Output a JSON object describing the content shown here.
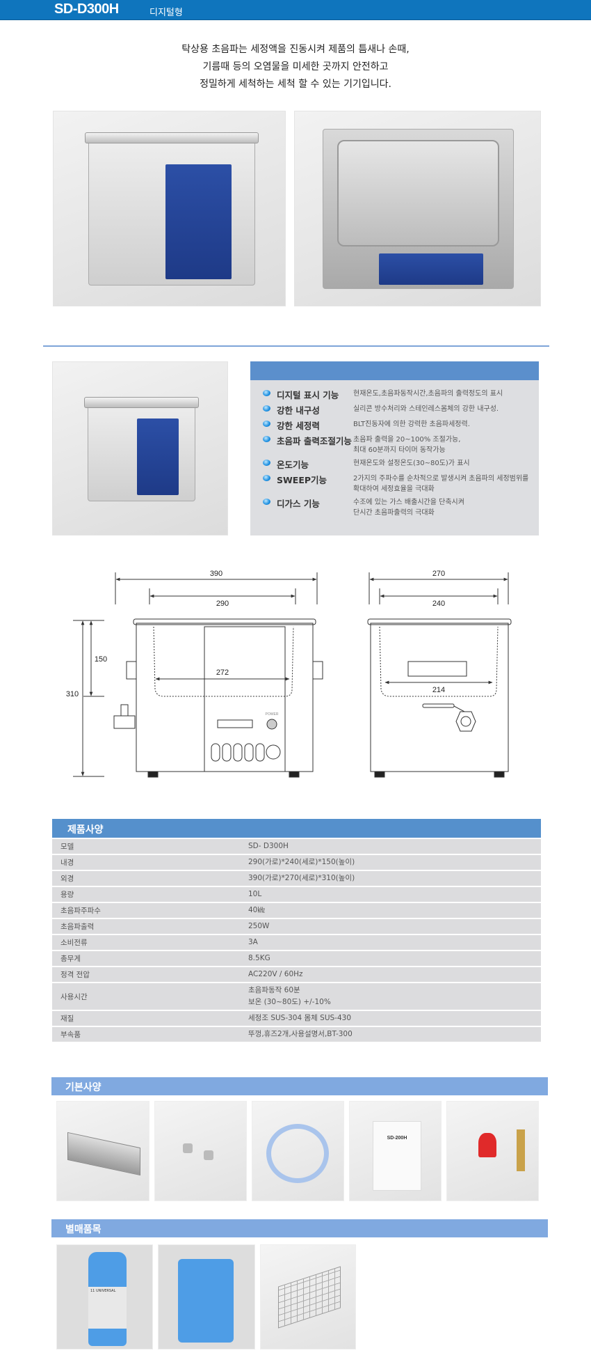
{
  "header": {
    "model": "SD-D300H",
    "type": "디지털형"
  },
  "intro": [
    "탁상용 초음파는 세정액을 진동시켜 제품의 틈새나 손때,",
    "기름때 등의 오염물을 미세한 곳까지 안전하고",
    "정밀하게 세척하는 세척 할 수 있는 기기입니다."
  ],
  "features": [
    {
      "name": "디지털 표시 기능",
      "desc": [
        "현재온도,초음파동작시간,초음파의 출력정도의 표시"
      ]
    },
    {
      "name": "강한 내구성",
      "desc": [
        "실리콘 방수처리와 스테인레스몸체의 강한 내구성."
      ]
    },
    {
      "name": "강한 세정력",
      "desc": [
        "BLT진동자에 의한 강력한 초음파세정력."
      ]
    },
    {
      "name": "초음파 출력조절기능",
      "desc": [
        "초음파 출력을 20~100% 조절가능,",
        "최대 60분까지 타이머 동작가능"
      ]
    },
    {
      "name": "온도기능",
      "desc": [
        "현재온도와 설정온도(30~80도)가 표시"
      ]
    },
    {
      "name": "SWEEP기능",
      "desc": [
        "2가지의 주파수를 순차적으로 발생시켜 초음파의 세정범위를",
        "확대하여 세정효율을 극대화"
      ]
    },
    {
      "name": "디가스 기능",
      "desc": [
        "수조에 있는 가스 배출시간을 단축시켜",
        "단시간 초음파출력의 극대화"
      ]
    }
  ],
  "drawing": {
    "front": {
      "outer_width": "390",
      "inner_width": "290",
      "total_height": "310",
      "inner_height": "150",
      "inner_bottom_width": "272",
      "power_label": "POWER"
    },
    "side": {
      "outer_depth": "270",
      "inner_depth": "240",
      "inner_bottom_depth": "214"
    }
  },
  "spec": {
    "title": "제품사양",
    "rows": [
      {
        "k": "모델",
        "v": [
          "SD- D300H"
        ]
      },
      {
        "k": "내경",
        "v": [
          "290(가로)*240(세로)*150(높이)"
        ]
      },
      {
        "k": "외경",
        "v": [
          "390(가로)*270(세로)*310(높이)"
        ]
      },
      {
        "k": "용량",
        "v": [
          "10L"
        ]
      },
      {
        "k": "초음파주파수",
        "v": [
          "40㎑"
        ]
      },
      {
        "k": "초음파출력",
        "v": [
          "250W"
        ]
      },
      {
        "k": "소비전류",
        "v": [
          "3A"
        ]
      },
      {
        "k": "총무게",
        "v": [
          "8.5KG"
        ]
      },
      {
        "k": "정격 전압",
        "v": [
          "AC220V / 60Hz"
        ]
      },
      {
        "k": "사용시간",
        "v": [
          "초음파동작 60분",
          "보온 (30~80도) +/-10%"
        ]
      },
      {
        "k": "재질",
        "v": [
          "세정조 SUS-304 몸체 SUS-430"
        ]
      },
      {
        "k": "부속품",
        "v": [
          "뚜껑,휴즈2개,사용설명서,BT-300"
        ]
      }
    ]
  },
  "basic": {
    "title": "기본사양",
    "items": [
      "lid",
      "fuses",
      "hose",
      "manual",
      "drain-valve-fittings"
    ],
    "manual_label": "SD-200H"
  },
  "optional": {
    "title": "별매품목",
    "items": [
      "detergent-bottle",
      "detergent-canister",
      "wire-basket"
    ],
    "bottle_label": "11 UNIVERSAL"
  },
  "colors": {
    "topbar": "#0f75bd",
    "section_header": "#5590cc",
    "sub_header": "#80a9e0",
    "panel": "#dddee1"
  }
}
